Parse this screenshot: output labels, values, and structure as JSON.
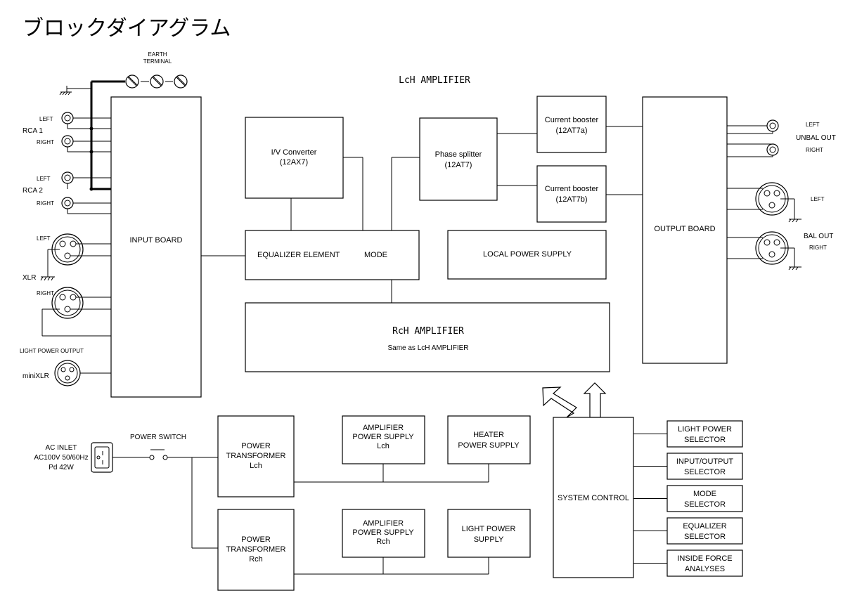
{
  "title": "ブロックダイアグラム",
  "earth_terminal": "EARTH\nTERMINAL",
  "lch_amplifier": "LcH  AMPLIFIER",
  "inputs": {
    "rca1": "RCA 1",
    "rca2": "RCA 2",
    "xlr": "XLR",
    "left": "LEFT",
    "right": "RIGHT",
    "light_power_output": "LIGHT POWER OUTPUT",
    "mini_xlr": "miniXLR"
  },
  "blocks": {
    "input_board": "INPUT BOARD",
    "iv_converter": "I/V Converter\n(12AX7)",
    "phase_splitter": "Phase splitter\n(12AT7)",
    "current_booster_a": "Current booster\n(12AT7a)",
    "current_booster_b": "Current booster\n(12AT7b)",
    "equalizer_element": "EQUALIZER  ELEMENT",
    "mode": "MODE",
    "local_power_supply": "LOCAL POWER SUPPLY",
    "output_board": "OUTPUT BOARD",
    "rch_amplifier": "RcH  AMPLIFIER",
    "rch_sub": "Same as LcH  AMPLIFIER",
    "power_transformer_lch": "POWER\nTRANSFORMER\nLch",
    "power_transformer_rch": "POWER\nTRANSFORMER\nRch",
    "amp_ps_lch": "AMPLIFIER\nPOWER SUPPLY\nLch",
    "amp_ps_rch": "AMPLIFIER\nPOWER SUPPLY\nRch",
    "heater_ps": "HEATER\nPOWER SUPPLY",
    "light_ps": "LIGHT POWER\nSUPPLY",
    "system_control": "SYSTEM CONTROL"
  },
  "selectors": [
    "LIGHT POWER\nSELECTOR",
    "INPUT/OUTPUT\nSELECTOR",
    "MODE\nSELECTOR",
    "EQUALIZER\nSELECTOR",
    "INSIDE FORCE\nANALYSES"
  ],
  "outputs": {
    "left": "LEFT",
    "right": "RIGHT",
    "unbal_out": "UNBAL OUT",
    "bal_out": "BAL OUT"
  },
  "power": {
    "ac_inlet": "AC INLET\nAC100V 50/60Hz\nPd 42W",
    "power_switch": "POWER SWITCH"
  }
}
